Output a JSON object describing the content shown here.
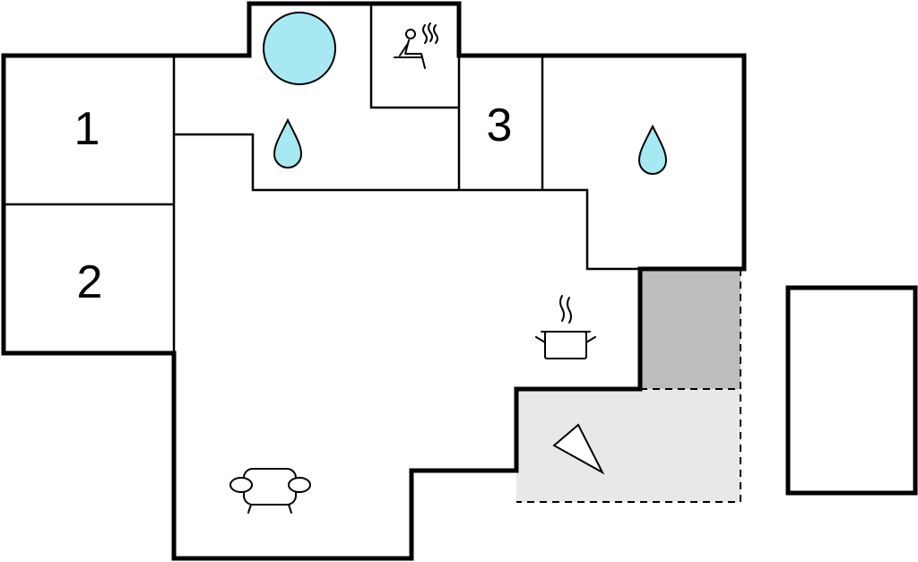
{
  "rooms": [
    {
      "label": "1"
    },
    {
      "label": "2"
    },
    {
      "label": "3"
    }
  ],
  "colors": {
    "water": "#a7e9f2",
    "terrace_dark": "#bdbdbd",
    "terrace_light": "#e8e8e8",
    "wall": "#000000"
  },
  "icons": [
    "hot-tub-icon",
    "sauna-icon",
    "shower-icon",
    "bathroom-icon",
    "kitchen-pot-icon",
    "sofa-icon",
    "compass-icon"
  ]
}
